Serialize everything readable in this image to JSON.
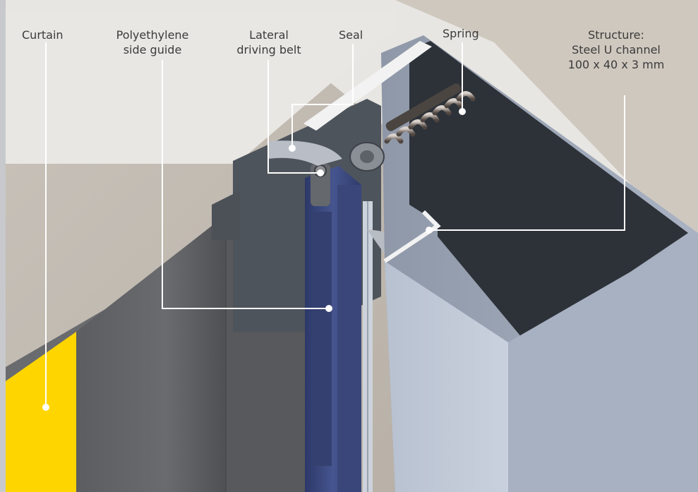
{
  "labels": {
    "curtain": "Curtain",
    "side_guide_line1": "Polyethylene",
    "side_guide_line2": "side guide",
    "driving_belt_line1": "Lateral",
    "driving_belt_line2": "driving belt",
    "seal": "Seal",
    "spring": "Spring",
    "structure_line1": "Structure:",
    "structure_line2": "Steel U channel",
    "structure_line3": "100 x 40 x 3 mm"
  },
  "colors": {
    "background": "#eeece8",
    "curtain_accent": "#ffd500",
    "side_guide": "#3b4a82",
    "structure_steel": "#a7b1c2",
    "callout_line": "#ffffff"
  }
}
